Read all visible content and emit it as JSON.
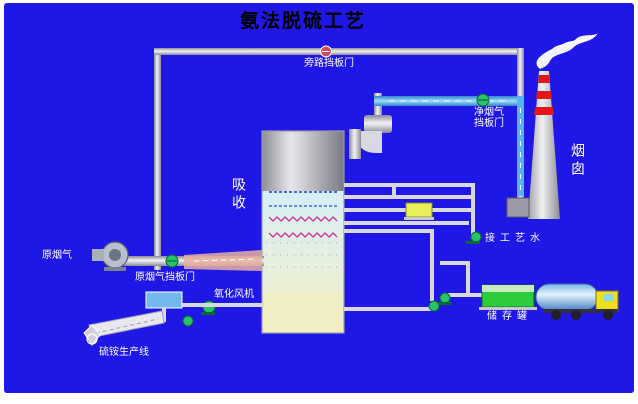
{
  "diagram": {
    "title": "氨法脱硫工艺",
    "labels": {
      "bypass_damper": "旁路挡板门",
      "clean_flue_damper": "净烟气挡板门",
      "chimney": "烟囱",
      "absorber": "吸收",
      "raw_flue_gas": "原烟气",
      "raw_flue_damper": "原烟气挡板门",
      "oxidation_fan": "氧化风机",
      "process_water": "接工艺水",
      "storage_tank": "储存罐",
      "ammonium_sulfate_line": "硫铵生产线"
    },
    "colors": {
      "background": "#1f17e6",
      "pipe": "#c8c8d2",
      "water_pipe": "#56b4ee",
      "chimney_stripe": "#e01818",
      "damper": "#28c26a",
      "tank_liquid": "#f2f0c0",
      "truck_cab": "#f0e018"
    },
    "icons": [
      "fan-icon",
      "pump-icon",
      "valve-icon",
      "truck-icon",
      "chimney-smoke-icon"
    ]
  }
}
